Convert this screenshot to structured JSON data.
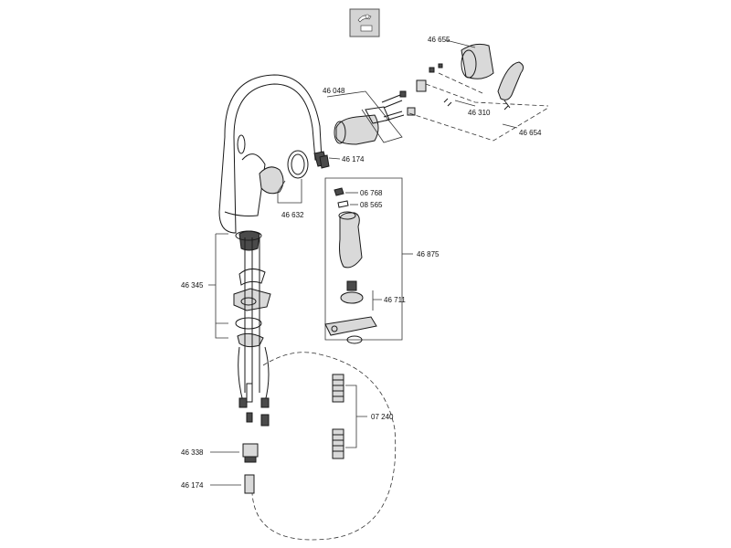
{
  "part_numbers": {
    "p46655": "46 655",
    "p46048": "46 048",
    "p46310": "46 310",
    "p46654": "46 654",
    "p46174_top": "46 174",
    "p46632": "46 632",
    "p06768": "06 768",
    "p08565": "08 565",
    "p46875": "46 875",
    "p46345": "46 345",
    "p46711": "46 711",
    "p07240": "07 240",
    "p46338": "46 338",
    "p46174_bottom": "46 174"
  },
  "icons": {
    "thumbnail": "faucet-thumbnail-icon"
  }
}
